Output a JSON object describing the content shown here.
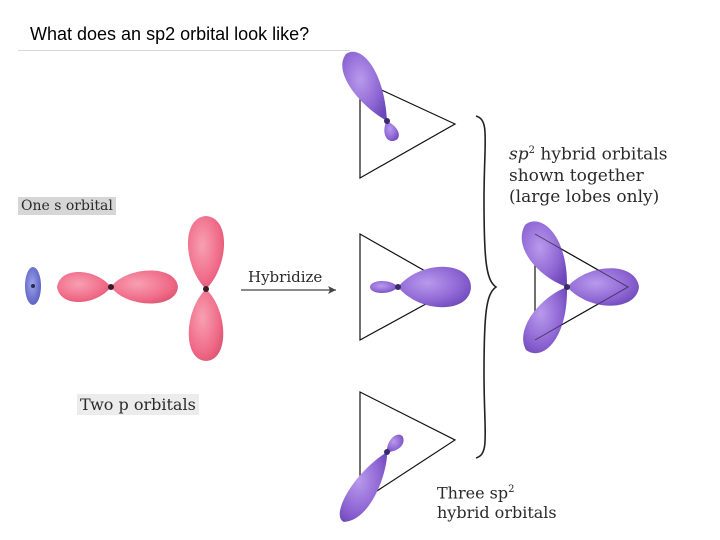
{
  "title": "What does an sp2 orbital look like?",
  "labels": {
    "one_s_orbital": "One s orbital",
    "two_p_orbitals": "Two p orbitals",
    "hybridize": "Hybridize",
    "together_1_pre": "sp",
    "together_1_sup": "2",
    "together_1_post": " hybrid orbitals",
    "together_2": "shown together",
    "together_3": "(large lobes only)",
    "three_pre": "Three sp",
    "three_sup": "2",
    "three_2": "hybrid orbitals"
  },
  "colors": {
    "p_orbital": "#f06a87",
    "s_orbital": "#6a6fcf",
    "sp2_orbital": "#8e66d4",
    "nucleus": "#3a2a6a",
    "outline": "#111111"
  }
}
